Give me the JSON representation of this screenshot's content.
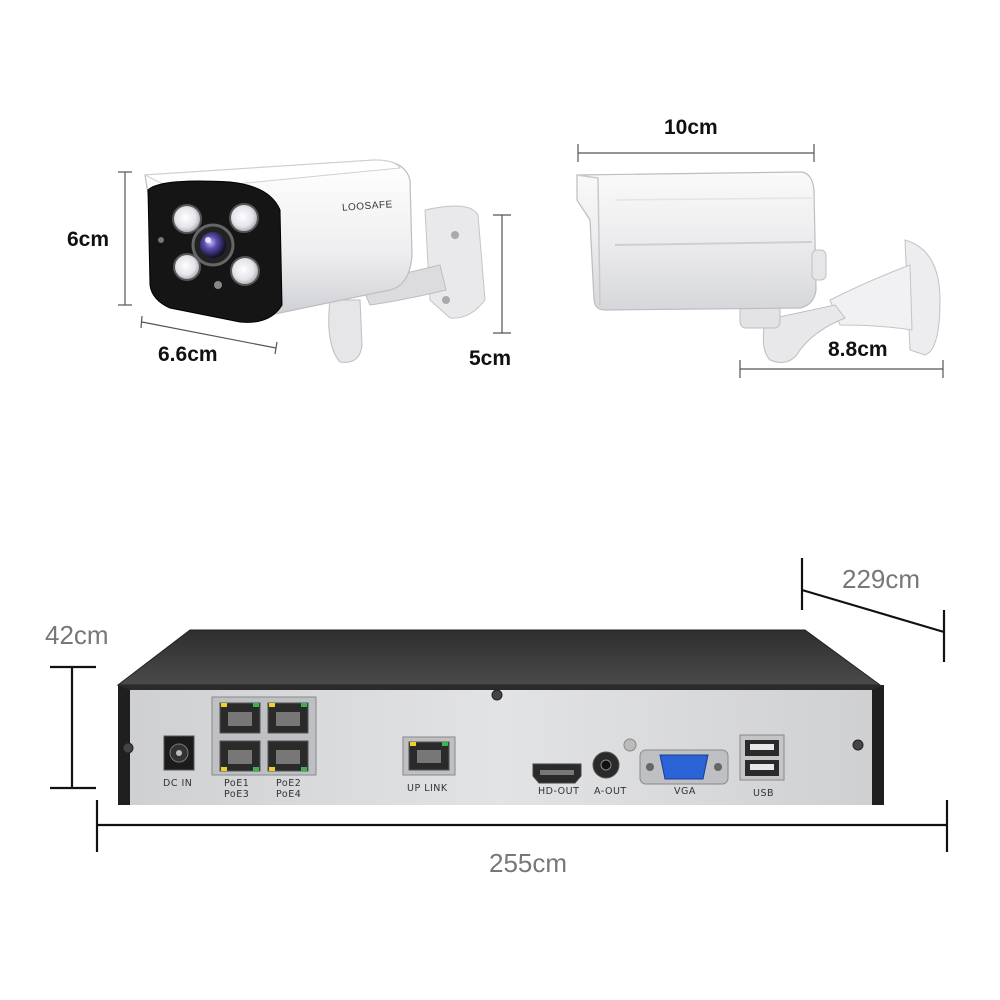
{
  "camera_front": {
    "brand": "LOOSAFE",
    "height_label": "6cm",
    "width_label": "6.6cm",
    "mount_label": "5cm"
  },
  "camera_side": {
    "length_label": "10cm",
    "bracket_label": "8.8cm"
  },
  "nvr": {
    "depth_label": "229cm",
    "height_label": "42cm",
    "width_label": "255cm",
    "ports": {
      "dc_in": "DC IN",
      "poe_left_top": "PoE1",
      "poe_left_bottom": "PoE3",
      "poe_right_top": "PoE2",
      "poe_right_bottom": "PoE4",
      "uplink": "UP LINK",
      "hdmi": "HD-OUT",
      "audio": "A-OUT",
      "vga": "VGA",
      "usb": "USB"
    }
  },
  "colors": {
    "camera_body": "#f1f1f3",
    "lens_ring": "#1a1a1a",
    "ir_led": "#e8e8ee",
    "lens_glass": "#5a4fb0",
    "nvr_top": "#3a3a3a",
    "nvr_panel": "#d9dadc",
    "vga_blue": "#2a63d6"
  }
}
